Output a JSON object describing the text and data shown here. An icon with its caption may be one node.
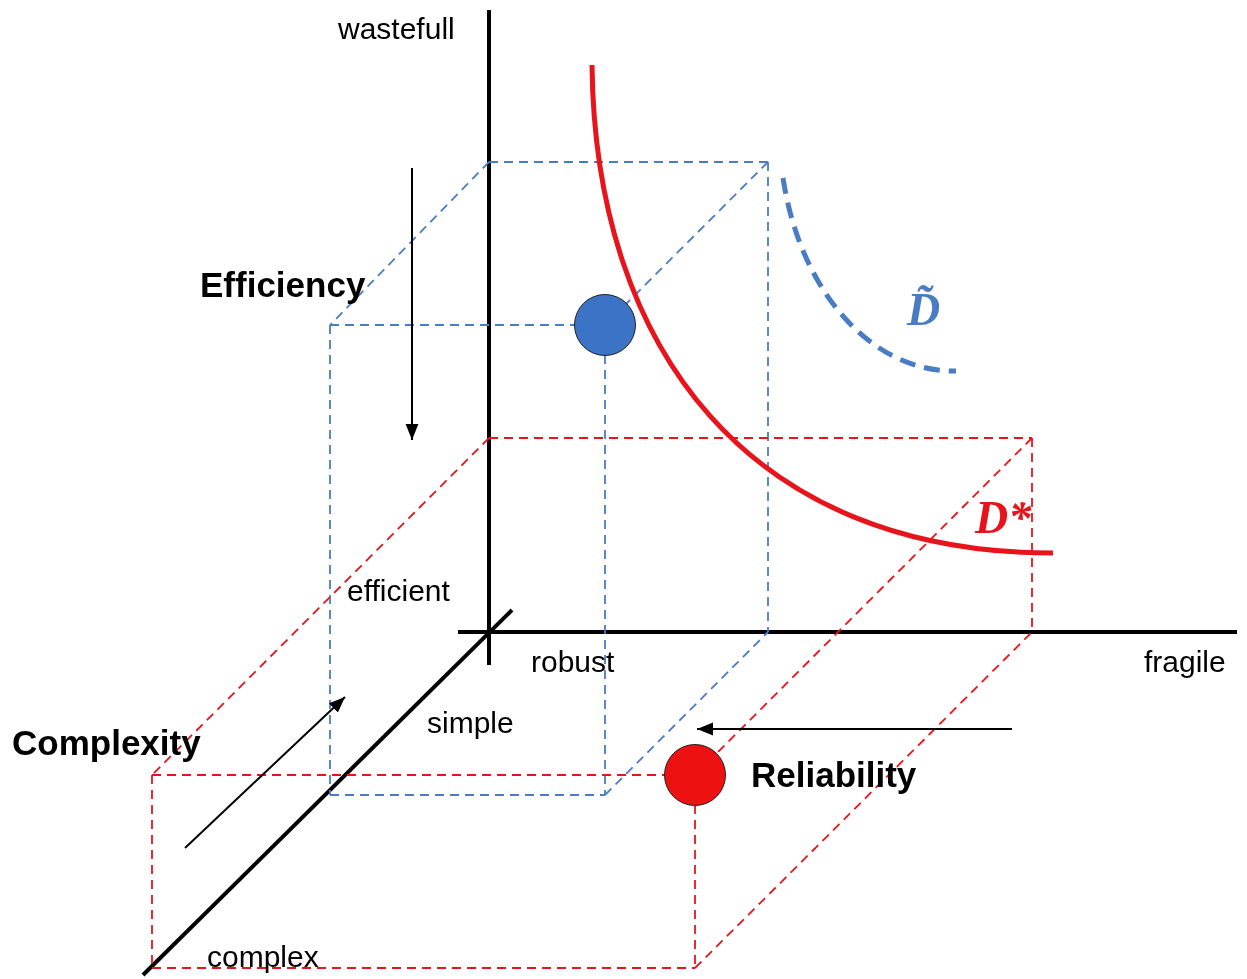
{
  "diagram": {
    "nodes": [
      {
        "text": [],
        "shape": "circle"
      },
      {
        "text": [],
        "shape": "circle"
      }
    ],
    "edges": [
      {
        "from": null,
        "to": 1,
        "arrow": "to"
      }
    ],
    "labels": [
      "wastefull",
      "Efficiency",
      "D̃",
      "D*",
      "efficient",
      "robust",
      "fragile",
      "simple",
      "Complexity",
      "Reliability",
      "complex"
    ]
  }
}
